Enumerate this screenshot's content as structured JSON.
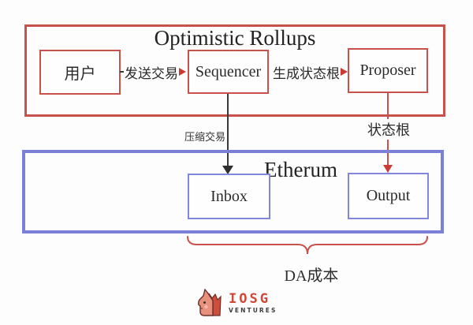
{
  "diagram": {
    "layer2": {
      "title": "Optimistic Rollups",
      "nodes": [
        {
          "id": "user",
          "label": "用户"
        },
        {
          "id": "sequencer",
          "label": "Sequencer"
        },
        {
          "id": "proposer",
          "label": "Proposer"
        }
      ],
      "edges": [
        {
          "from": "user",
          "to": "sequencer",
          "label": "发送交易"
        },
        {
          "from": "sequencer",
          "to": "proposer",
          "label": "生成状态根"
        }
      ]
    },
    "layer1": {
      "title": "Etherum",
      "nodes": [
        {
          "id": "inbox",
          "label": "Inbox"
        },
        {
          "id": "output",
          "label": "Output"
        }
      ]
    },
    "cross_edges": [
      {
        "from": "sequencer",
        "to": "inbox",
        "label": "压缩交易",
        "color": "black"
      },
      {
        "from": "proposer",
        "to": "output",
        "label": "状态根",
        "color": "red"
      }
    ],
    "brace": {
      "label": "DA成本"
    }
  },
  "branding": {
    "logo": "IOSG",
    "subtitle": "VENTURES"
  },
  "colors": {
    "rollup_red": "#c9514b",
    "arrow_red": "#cc3b33",
    "ethereum_blue": "#7b80d6",
    "node_blue": "#8287dd",
    "text": "#1f1f1f"
  }
}
